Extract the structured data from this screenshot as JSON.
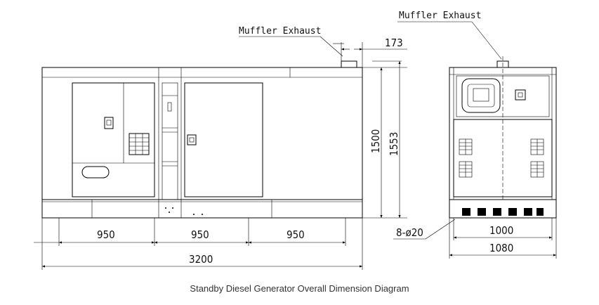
{
  "caption": "Standby Diesel Generator Overall Dimension Diagram",
  "callouts": {
    "muffler_front": "Muffler Exhaust",
    "muffler_side": "Muffler Exhaust",
    "holes": "8-ø20"
  },
  "dimensions": {
    "muffler_offset": "173",
    "height_body": "1500",
    "height_total": "1553",
    "base_span_1": "950",
    "base_span_2": "950",
    "base_span_3": "950",
    "length_total": "3200",
    "width_inner": "1000",
    "width_total": "1080"
  }
}
